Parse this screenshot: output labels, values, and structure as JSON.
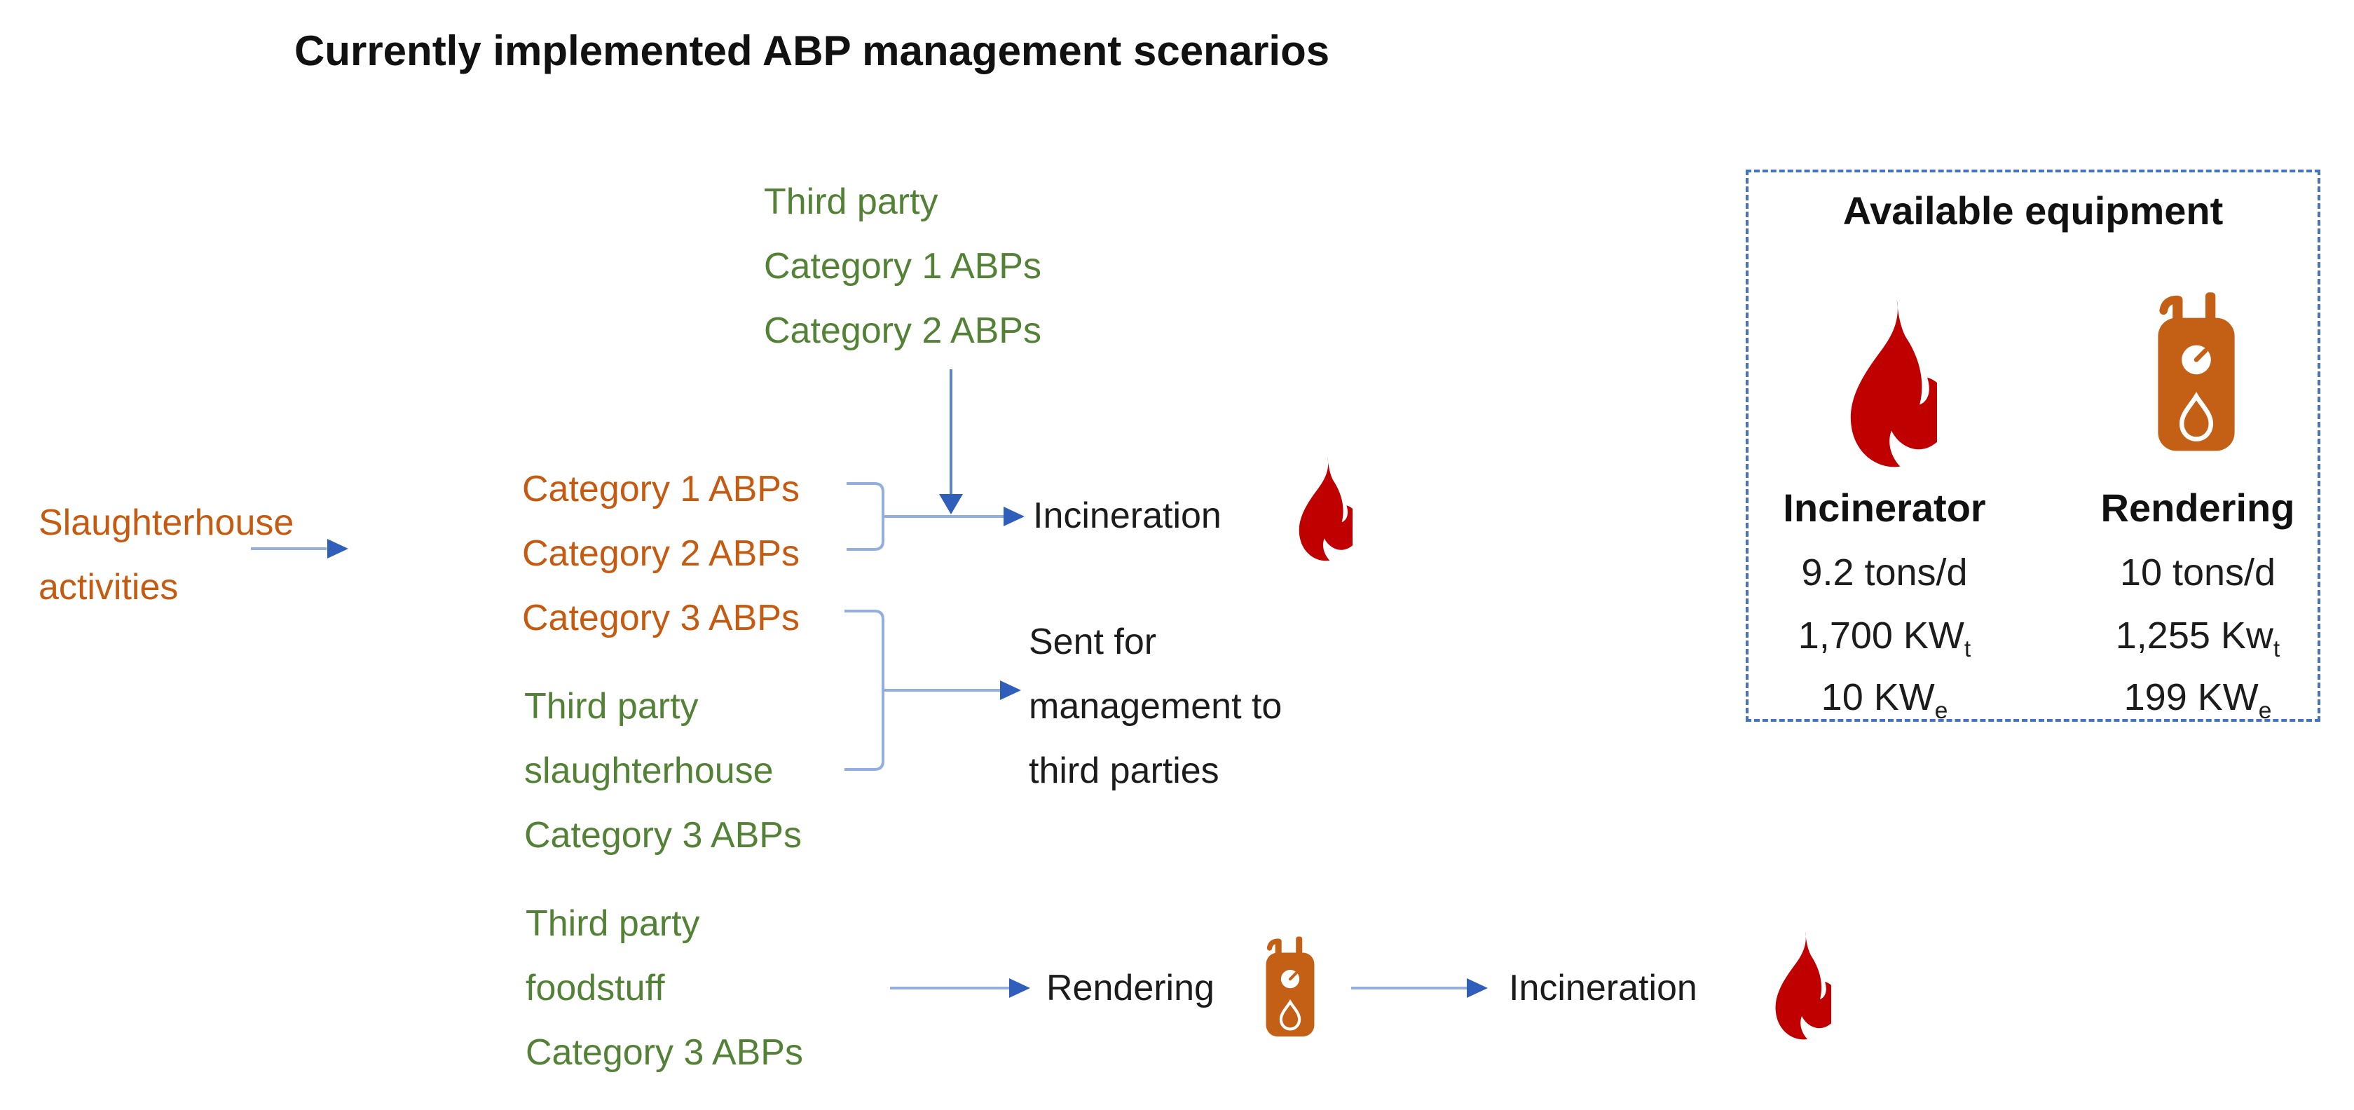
{
  "title": "Currently implemented ABP management scenarios",
  "flow": {
    "slaughterhouse": {
      "lines": [
        "Slaughterhouse",
        "activities"
      ]
    },
    "onsite_categories": {
      "lines": [
        "Category 1 ABPs",
        "Category 2 ABPs",
        "Category 3 ABPs"
      ]
    },
    "third_party_incineration_input": {
      "lines": [
        "Third party",
        "Category 1 ABPs",
        "Category 2 ABPs"
      ]
    },
    "third_party_slaughterhouse_input": {
      "lines": [
        "Third party",
        "slaughterhouse",
        "Category 3 ABPs"
      ]
    },
    "third_party_foodstuff_input": {
      "lines": [
        "Third party",
        "foodstuff",
        "Category 3 ABPs"
      ]
    },
    "incineration_label": "Incineration",
    "sent_for_management": {
      "lines": [
        "Sent for",
        "management to",
        "third parties"
      ]
    },
    "rendering_label": "Rendering",
    "incineration_final_label": "Incineration"
  },
  "equipment_panel": {
    "title": "Available equipment",
    "items": [
      {
        "name": "Incinerator",
        "icon": "flame-icon",
        "capacity": "9.2 tons/d",
        "thermal_value": "1,700 KW",
        "thermal_subscript": "t",
        "electric_value": "10 KW",
        "electric_subscript": "e"
      },
      {
        "name": "Rendering",
        "icon": "boiler-icon",
        "capacity": "10 tons/d",
        "thermal_value": "1,255 Kw",
        "thermal_subscript": "t",
        "electric_value": "199 KW",
        "electric_subscript": "e"
      }
    ]
  },
  "colors": {
    "orange_text": "#C55A11",
    "green_text": "#538135",
    "black_text": "#1C1C1C",
    "flame_red": "#C00000",
    "boiler_orange": "#C45F16",
    "connector_line_blue": "#94AFDD",
    "connector_stem_blue": "#5B83CB",
    "arrowhead_blue": "#2F5FBB",
    "panel_border_blue": "#4472C4"
  }
}
